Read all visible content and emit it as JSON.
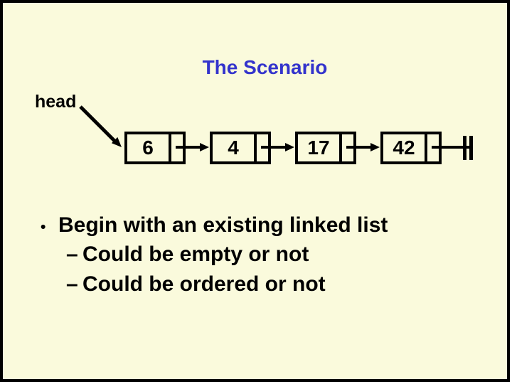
{
  "slide": {
    "title": "The Scenario",
    "title_color": "#3333CC",
    "background_color": "#FAFADC",
    "text_color": "#000000"
  },
  "diagram": {
    "head_label": "head",
    "nodes": [
      "6",
      "4",
      "17",
      "42"
    ],
    "terminator": "null-end-bars"
  },
  "bullets": {
    "item1_marker": "•",
    "item1": "Begin with an existing linked list",
    "sub_marker": "–",
    "sub1": "Could be empty or not",
    "sub2": "Could be ordered or not"
  }
}
